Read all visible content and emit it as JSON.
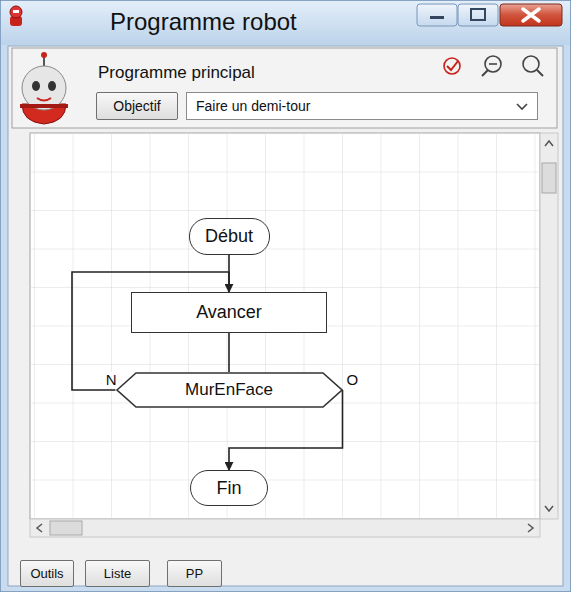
{
  "diagram": {
    "title": "Programme robot",
    "nodes": [
      {
        "text": [
          "Objectif"
        ]
      },
      {
        "text": [
          "Faire un demi-tour"
        ]
      },
      {
        "text": [
          "Début"
        ]
      },
      {
        "text": [
          "Avancer"
        ]
      },
      {
        "text": [
          "MurEnFace"
        ]
      },
      {
        "text": [
          "Fin"
        ]
      },
      {
        "text": [
          "Outils"
        ]
      },
      {
        "text": [
          "Liste"
        ]
      },
      {
        "text": [
          "PP"
        ]
      }
    ],
    "edges": [
      {
        "from": 2,
        "to": 3,
        "arrow": "none"
      },
      {
        "from": 3,
        "to": 4,
        "arrow": "none"
      },
      {
        "from": 4,
        "to": 3,
        "label": "N",
        "arrow": "to"
      },
      {
        "from": 4,
        "to": 5,
        "label": "O",
        "arrow": "to"
      }
    ],
    "labels": [
      "Programme principal"
    ]
  }
}
